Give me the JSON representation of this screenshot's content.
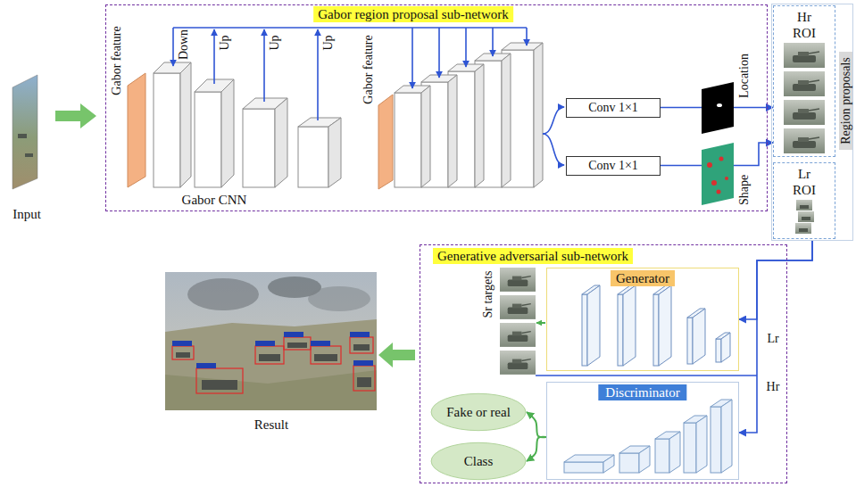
{
  "diagram": {
    "nodes": [
      {
        "text": [
          "Gabor region proposal sub-network"
        ]
      },
      {
        "text": [
          "Conv 1×1"
        ],
        "in": 0
      },
      {
        "text": [
          "Conv 1×1"
        ],
        "in": 0
      },
      {
        "text": [
          "Region proposals"
        ]
      },
      {
        "text": [
          "Hr ROI"
        ],
        "in": 3
      },
      {
        "text": [
          "Lr ROI"
        ],
        "in": 3
      },
      {
        "text": [
          "Generative adversarial sub-network"
        ]
      },
      {
        "text": [
          "Generator"
        ],
        "in": 6
      },
      {
        "text": [
          "Discriminator"
        ],
        "in": 6
      },
      {
        "text": [
          "Fake or real"
        ],
        "in": 6
      },
      {
        "text": [
          "Class"
        ],
        "in": 6
      }
    ],
    "edges": [
      {
        "from": 1,
        "to": 4,
        "arrow": "to",
        "label": "Location"
      },
      {
        "from": 2,
        "to": 4,
        "arrow": "to",
        "label": "Shape"
      },
      {
        "from": 3,
        "to": 7,
        "arrow": "to",
        "label": "Lr"
      },
      {
        "from": 3,
        "to": 8,
        "arrow": "to",
        "label": "Hr"
      },
      {
        "from": 8,
        "to": 9,
        "arrow": "to"
      },
      {
        "from": 8,
        "to": 10,
        "arrow": "to"
      }
    ],
    "labels": [
      "Input",
      "Gabor feature",
      "Down",
      "Up",
      "Up",
      "Up",
      "Gabor CNN",
      "Gabor feature",
      "Sr targets",
      "Result"
    ]
  }
}
